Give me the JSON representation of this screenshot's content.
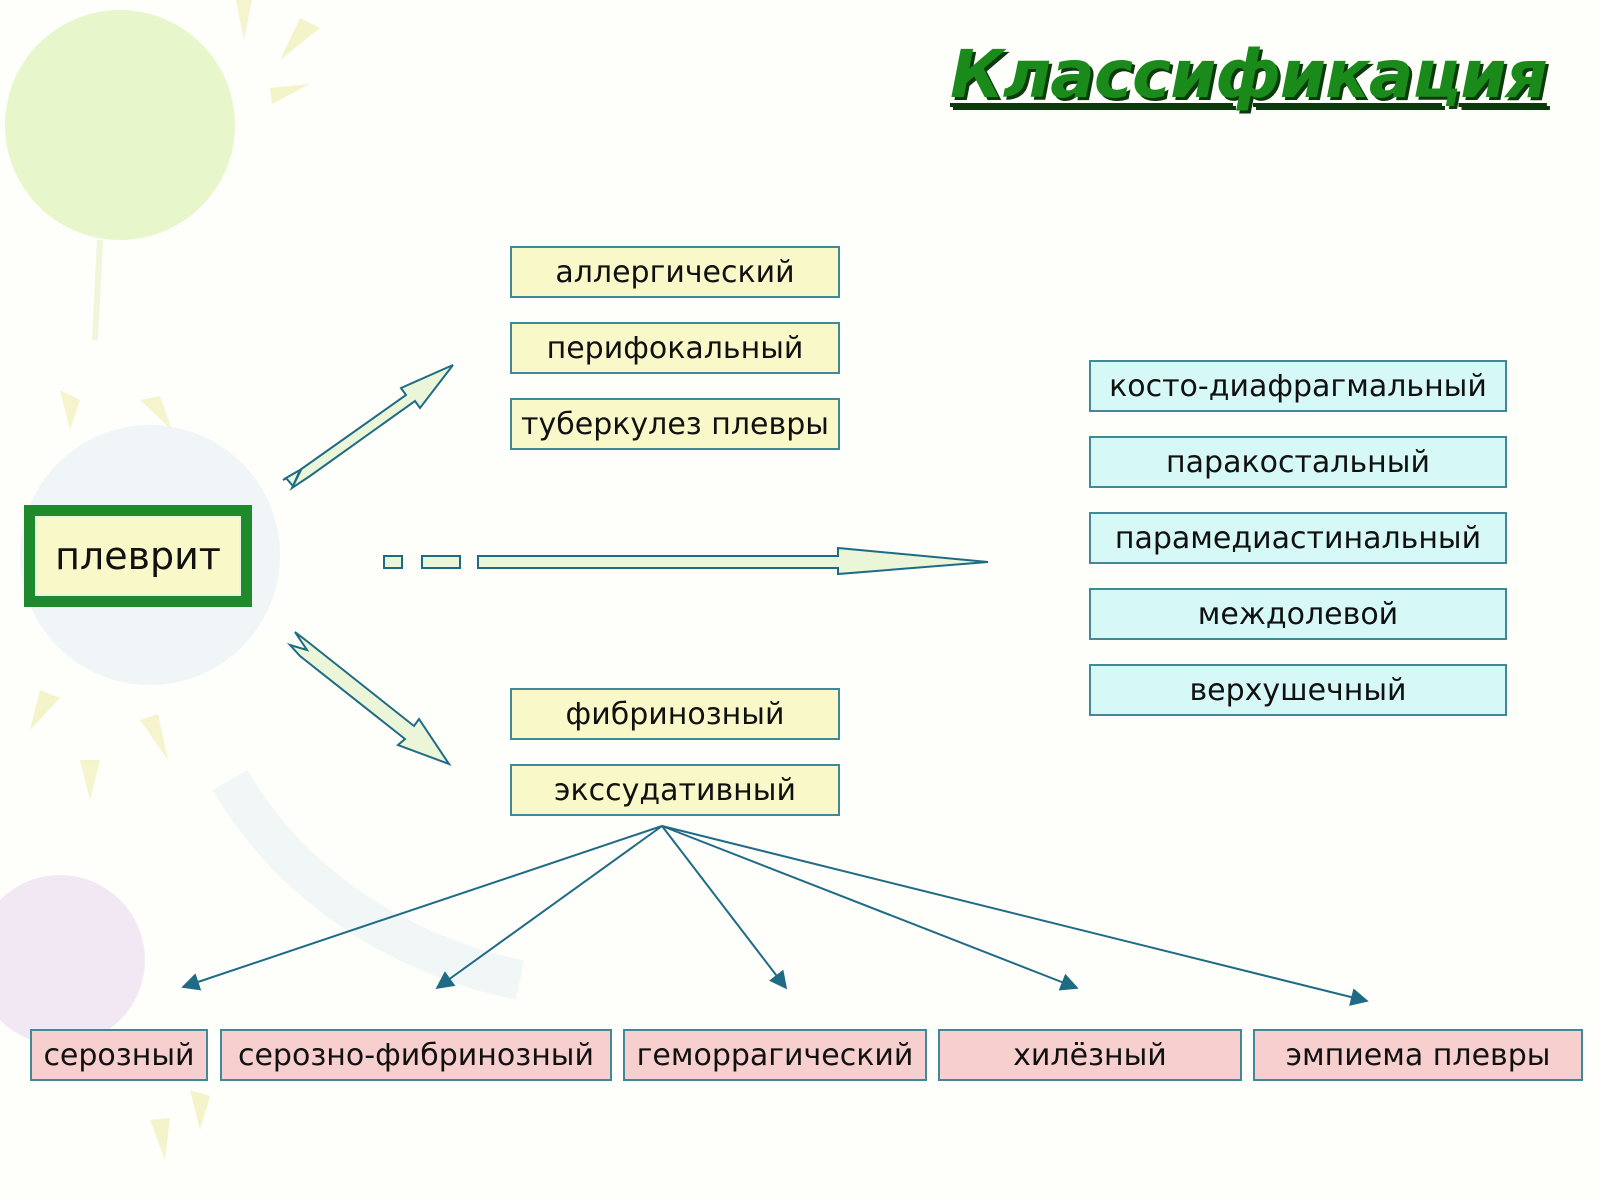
{
  "title": "Классификация",
  "root": "плеврит",
  "group_etiology": [
    "аллергический",
    "перифокальный",
    "туберкулез плевры"
  ],
  "group_localization": [
    "косто-диафрагмальный",
    "паракостальный",
    "парамедиастинальный",
    "междолевой",
    "верхушечный"
  ],
  "group_character": [
    "фибринозный",
    "экссудативный"
  ],
  "group_exudate": [
    "серозный",
    "серозно-фибринозный",
    "геморрагический",
    "хилёзный",
    "эмпиема плевры"
  ],
  "colors": {
    "title": "#1a8a1a",
    "root_frame": "#1e8a2c",
    "box_border": "#3f8a96",
    "yellow_box": "#f8f8c9",
    "cyan_box": "#d6f8f7",
    "pink_box": "#f7cfcf",
    "arrow_fill": "#eaf6d7",
    "connector": "#1f6b86"
  }
}
